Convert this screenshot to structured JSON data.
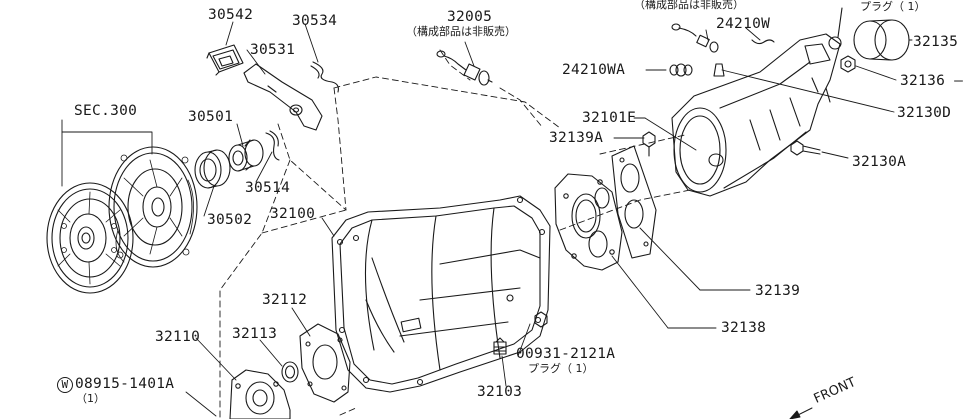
{
  "labels": {
    "p30542": "30542",
    "p30534": "30534",
    "p30531": "30531",
    "p32005": "32005",
    "note_32005": "（構成部品は非販売）",
    "note_top": "（構成部品は非販売）",
    "p24210W": "24210W",
    "plug_top": "プラグ（ 1）",
    "p32135": "32135",
    "p24210WA": "24210WA",
    "p32136": "32136 —",
    "p32130D": "32130D",
    "p32101E": "32101E",
    "p32139A": "32139A",
    "p32130A": "32130A",
    "sec300": "SEC.300",
    "p30501": "30501",
    "p30514": "30514",
    "p30502": "30502",
    "p32100": "32100",
    "p32139": "32139",
    "p32138": "32138",
    "p32112": "32112",
    "p32113": "32113",
    "p32110": "32110",
    "p00931": "00931-2121A",
    "plug_bottom": "プラグ（ 1）",
    "p32103": "32103",
    "w_symbol": "W",
    "p08915": "08915-1401A",
    "qty_08915": "（1）",
    "front": "FRONT"
  },
  "colors": {
    "ink": "#1a1a1a",
    "paper": "#ffffff"
  }
}
